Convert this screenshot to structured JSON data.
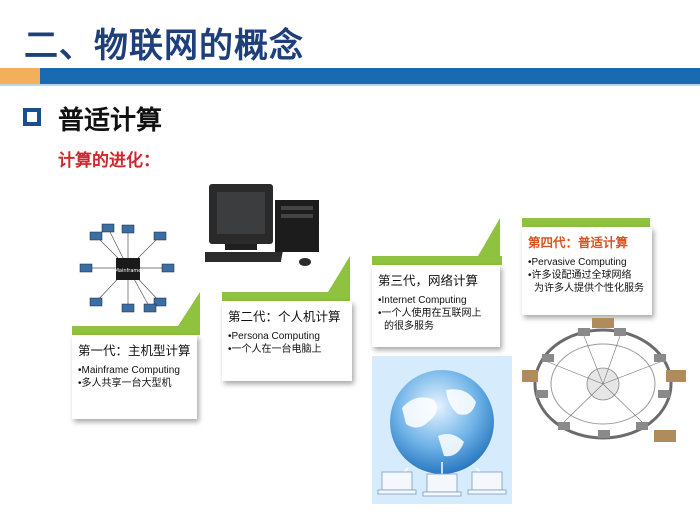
{
  "slide": {
    "title": "二、物联网的概念",
    "heading": "普适计算",
    "subheading": "计算的进化："
  },
  "steps": [
    {
      "title": "第一代：主机型计算",
      "lines": [
        "•Mainframe Computing",
        "•多人共享一台大型机"
      ]
    },
    {
      "title": "第二代：个人机计算",
      "lines": [
        "•Persona Computing",
        "•一个人在一台电脑上"
      ]
    },
    {
      "title": "第三代，网络计算",
      "lines": [
        "•Internet Computing",
        "•一个人使用在互联网上",
        "的很多服务"
      ]
    },
    {
      "title": "第四代：普适计算",
      "lines": [
        "•Pervasive Computing",
        "•许多设配通过全球网络",
        "为许多人提供个性化服务"
      ]
    }
  ],
  "images": {
    "mainframe": {
      "center_label": "Mainframe"
    }
  },
  "colors": {
    "title": "#1f3f7a",
    "band_blue": "#1a6ab3",
    "band_orange": "#f2b05a",
    "step_green": "#8fc23f",
    "accent_red": "#d0262d",
    "accent_orange": "#d9541e"
  }
}
